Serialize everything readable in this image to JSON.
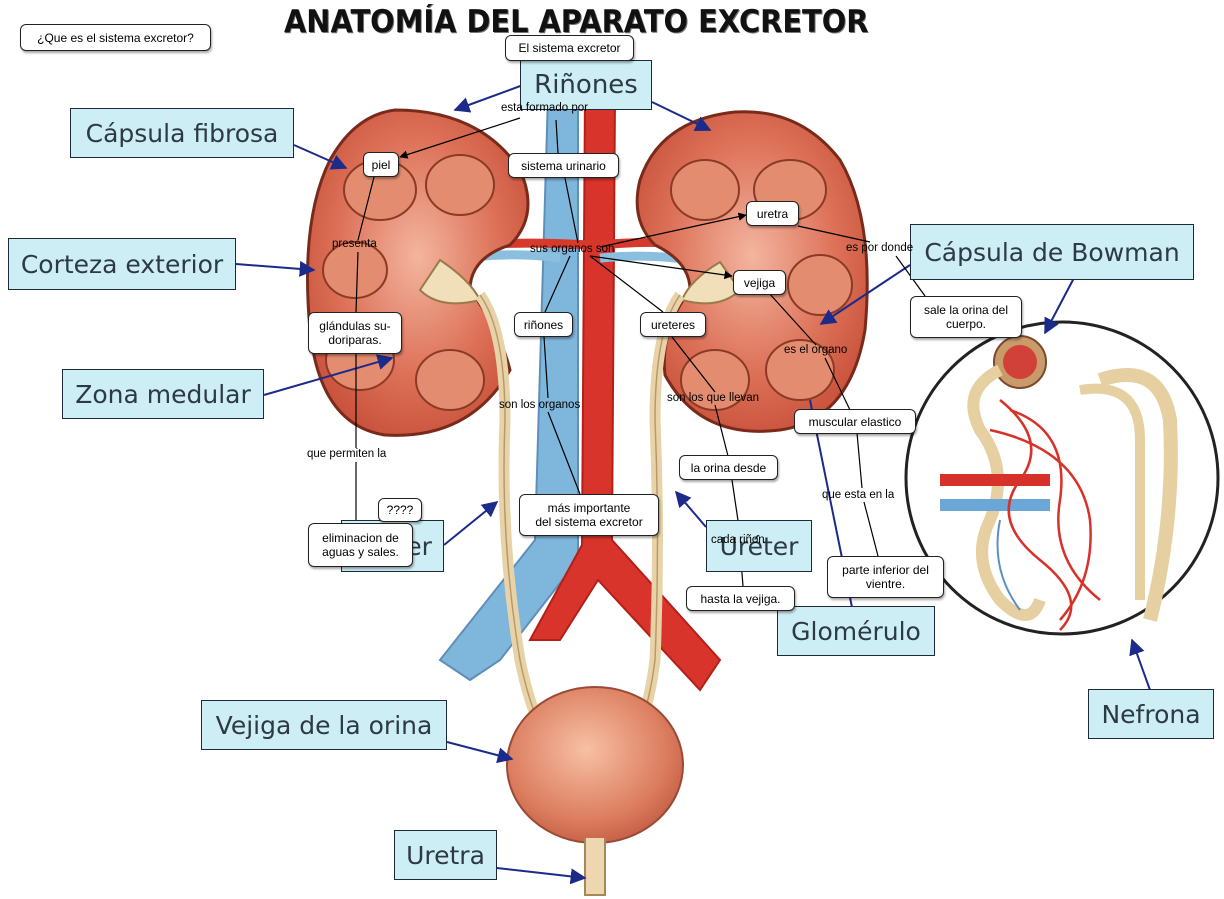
{
  "title": "ANATOMÍA DEL APARATO EXCRETOR",
  "question_node": "¿Que es el sistema excretor?",
  "diagram_labels": {
    "rinones": "Riñones",
    "capsula_fibrosa": "Cápsula fibrosa",
    "corteza_exterior": "Corteza exterior",
    "zona_medular": "Zona medular",
    "ureter_left": "Uréter",
    "ureter_right": "Uréter",
    "capsula_bowman": "Cápsula de Bowman",
    "glomerulo": "Glomérulo",
    "nefrona": "Nefrona",
    "vejiga_orina": "Vejiga de la orina",
    "uretra": "Uretra"
  },
  "concept_nodes": {
    "sistema_excretor": "El sistema excretor",
    "piel": "piel",
    "sistema_urinario": "sistema urinario",
    "uretra": "uretra",
    "vejiga": "vejiga",
    "sale_orina_1": "sale la orina del",
    "sale_orina_2": "cuerpo.",
    "glandulas_1": "glándulas su-",
    "glandulas_2": "doriparas.",
    "rinones": "riñones",
    "ureteres": "ureteres",
    "muscular": "muscular elastico",
    "orina_desde": "la orina desde",
    "interrogacion": "????",
    "eliminacion_1": "eliminacion de",
    "eliminacion_2": "aguas y sales.",
    "mas_importante_1": "más importante",
    "mas_importante_2": "del sistema excretor",
    "hasta_vejiga": "hasta la vejiga.",
    "parte_inferior_1": "parte inferior del",
    "parte_inferior_2": "vientre."
  },
  "link_phrases": {
    "esta_formado": "esta formado por",
    "presenta": "presenta",
    "sus_organos": "sus organos son",
    "es_por_donde": "es por donde",
    "es_el_organo": "es el organo",
    "son_los_organos": "son los organos",
    "son_los_que_llevan": "son los que llevan",
    "que_permiten": "que permiten la",
    "que_esta_en": "que esta en la",
    "cada_rinon": "cada riñon"
  }
}
